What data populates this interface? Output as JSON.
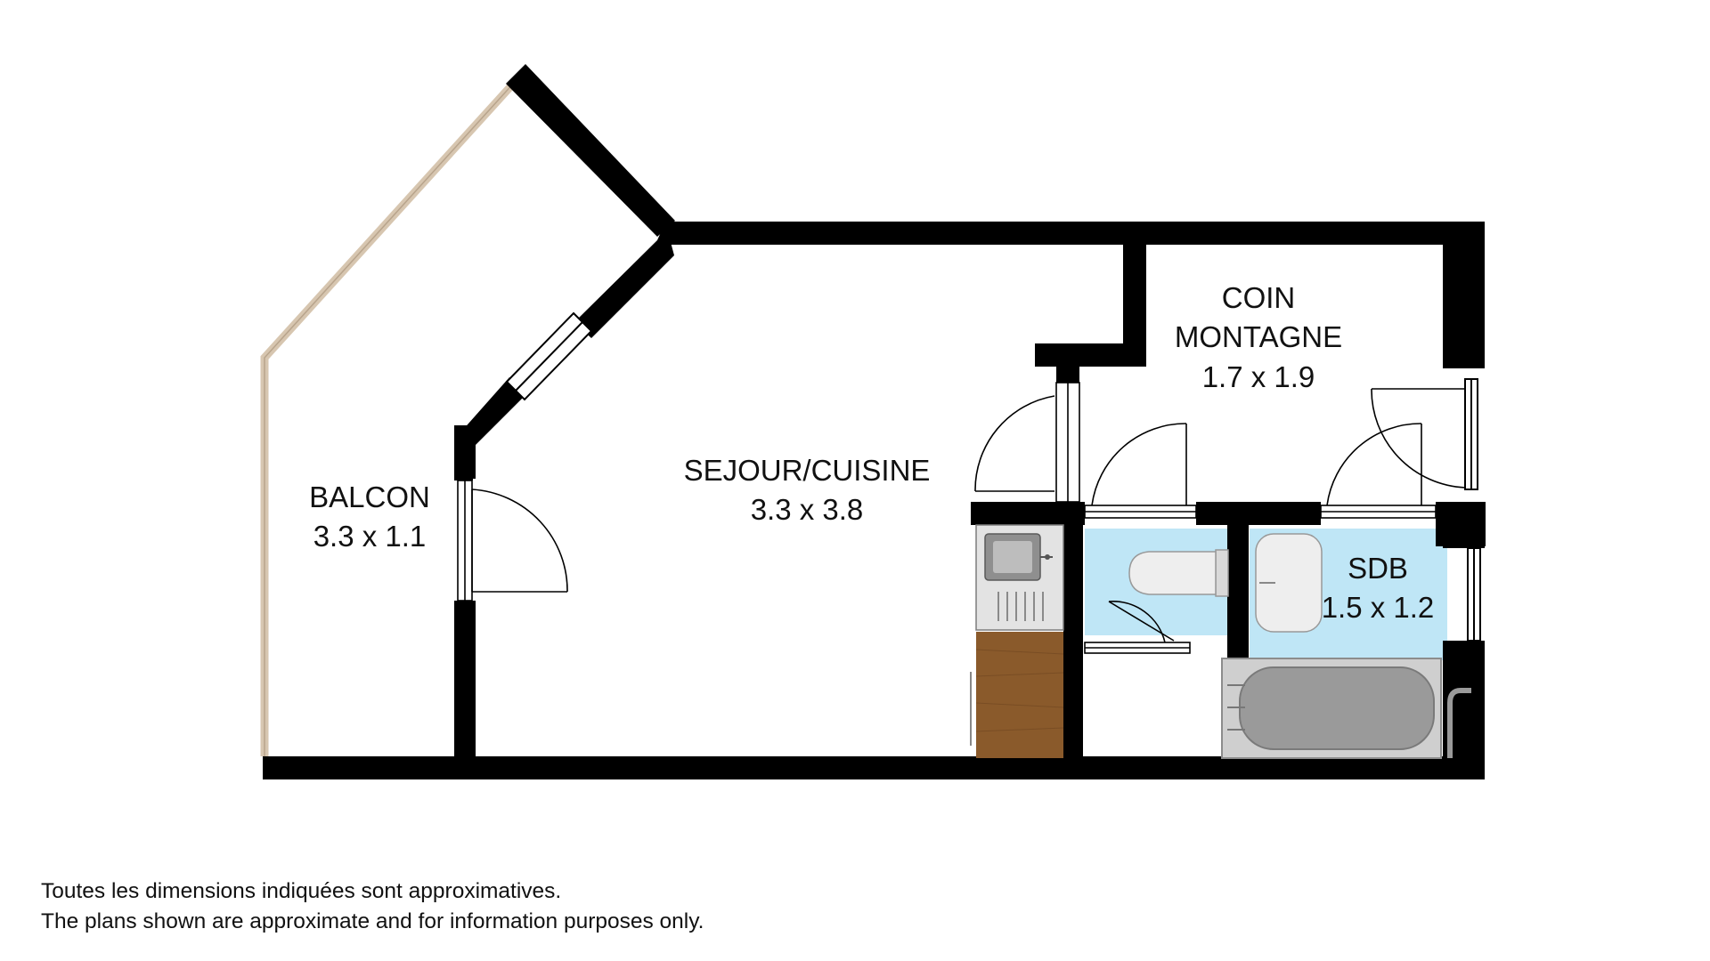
{
  "rooms": {
    "balcon": {
      "name": "BALCON",
      "dimensions": "3.3 x 1.1"
    },
    "sejour": {
      "name": "SEJOUR/CUISINE",
      "dimensions": "3.3 x 3.8"
    },
    "coin_montagne": {
      "name_line1": "COIN",
      "name_line2": "MONTAGNE",
      "dimensions": "1.7 x 1.9"
    },
    "sdb": {
      "name": "SDB",
      "dimensions": "1.5 x 1.2"
    }
  },
  "disclaimer": {
    "fr": "Toutes les dimensions indiquées sont approximatives.",
    "en": "The plans shown are approximate and for information purposes only."
  },
  "colors": {
    "wall": "#000000",
    "balcony_railing": "#d7c6b0",
    "wet_room_fill": "#bfe6f6",
    "countertop": "#8a5a2b",
    "fixture_grey": "#9a9a9a"
  }
}
